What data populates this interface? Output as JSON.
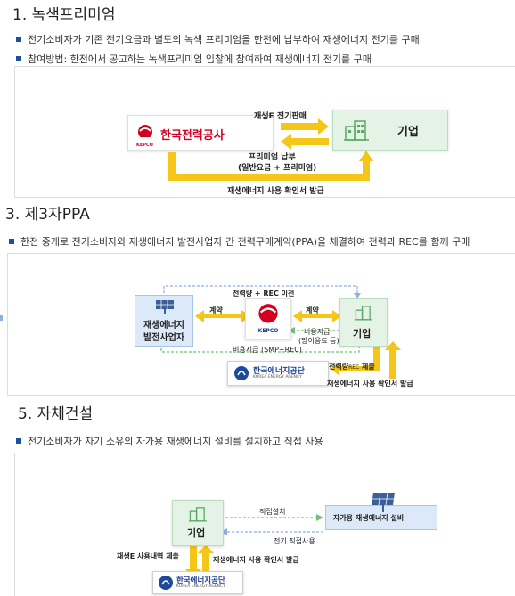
{
  "sections": [
    {
      "title": "1. 녹색프리미엄",
      "bullets": [
        "전기소비자가 기존 전기요금과 별도의 녹색 프리미엄을 한전에 납부하여 재생에너지 전기를 구매",
        "참여방법: 한전에서 공고하는 녹색프리미엄 입찰에 참여하여 재생에너지 전기를 구매"
      ],
      "diagram": {
        "kepco": "한국전력공사",
        "kepco_logo": "KEPCO",
        "company": "기업",
        "arrow_top": "재생E 전기판매",
        "arrow_mid_1": "프리미엄 납부",
        "arrow_mid_2": "(일반요금 + 프리미엄)",
        "arrow_bottom": "재생에너지 사용 확인서 발급"
      }
    },
    {
      "title": "3. 제3자PPA",
      "bullets": [
        "한전 중개로 전기소비자와 재생에너지 발전사업자 간 전력구매계약(PPA)을 체결하여 전력과 REC를 함께 구매"
      ],
      "diagram": {
        "generator_1": "재생에너지",
        "generator_2": "발전사업자",
        "kepco_logo": "KEPCO",
        "company": "기업",
        "top_label": "전력량 + REC 이전",
        "contract_left": "계약",
        "contract_right": "계약",
        "fee_1": "비용지급",
        "fee_2": "(망이용료 등)",
        "smp": "비용지급 (SMP+REC)",
        "kea": "한국에너지공단",
        "kea_en": "KOREA ENERGY AGENCY",
        "submit_main": "전력량",
        "submit_sub": "REC",
        "submit_end": "제출",
        "confirm": "재생에너지 사용 확인서 발급"
      }
    },
    {
      "title": "5. 자체건설",
      "bullets": [
        "전기소비자가 자기 소유의 자가용 재생에너지 설비를 설치하고 직접 사용"
      ],
      "diagram": {
        "company": "기업",
        "facility": "자가용 재생에너지 설비",
        "install": "직접설치",
        "direct_use": "전기 직접사용",
        "submit": "재생E 사용내역 제출",
        "confirm": "재생에너지 사용 확인서 발급",
        "kea": "한국에너지공단",
        "kea_en": "KOREA ENERGY AGENCY"
      }
    }
  ],
  "colors": {
    "arrow_yellow": "#f5c518",
    "bullet_blue": "#1f4e9c",
    "dashed_green": "#6cc27a",
    "dashed_blue": "#8fb0de"
  }
}
